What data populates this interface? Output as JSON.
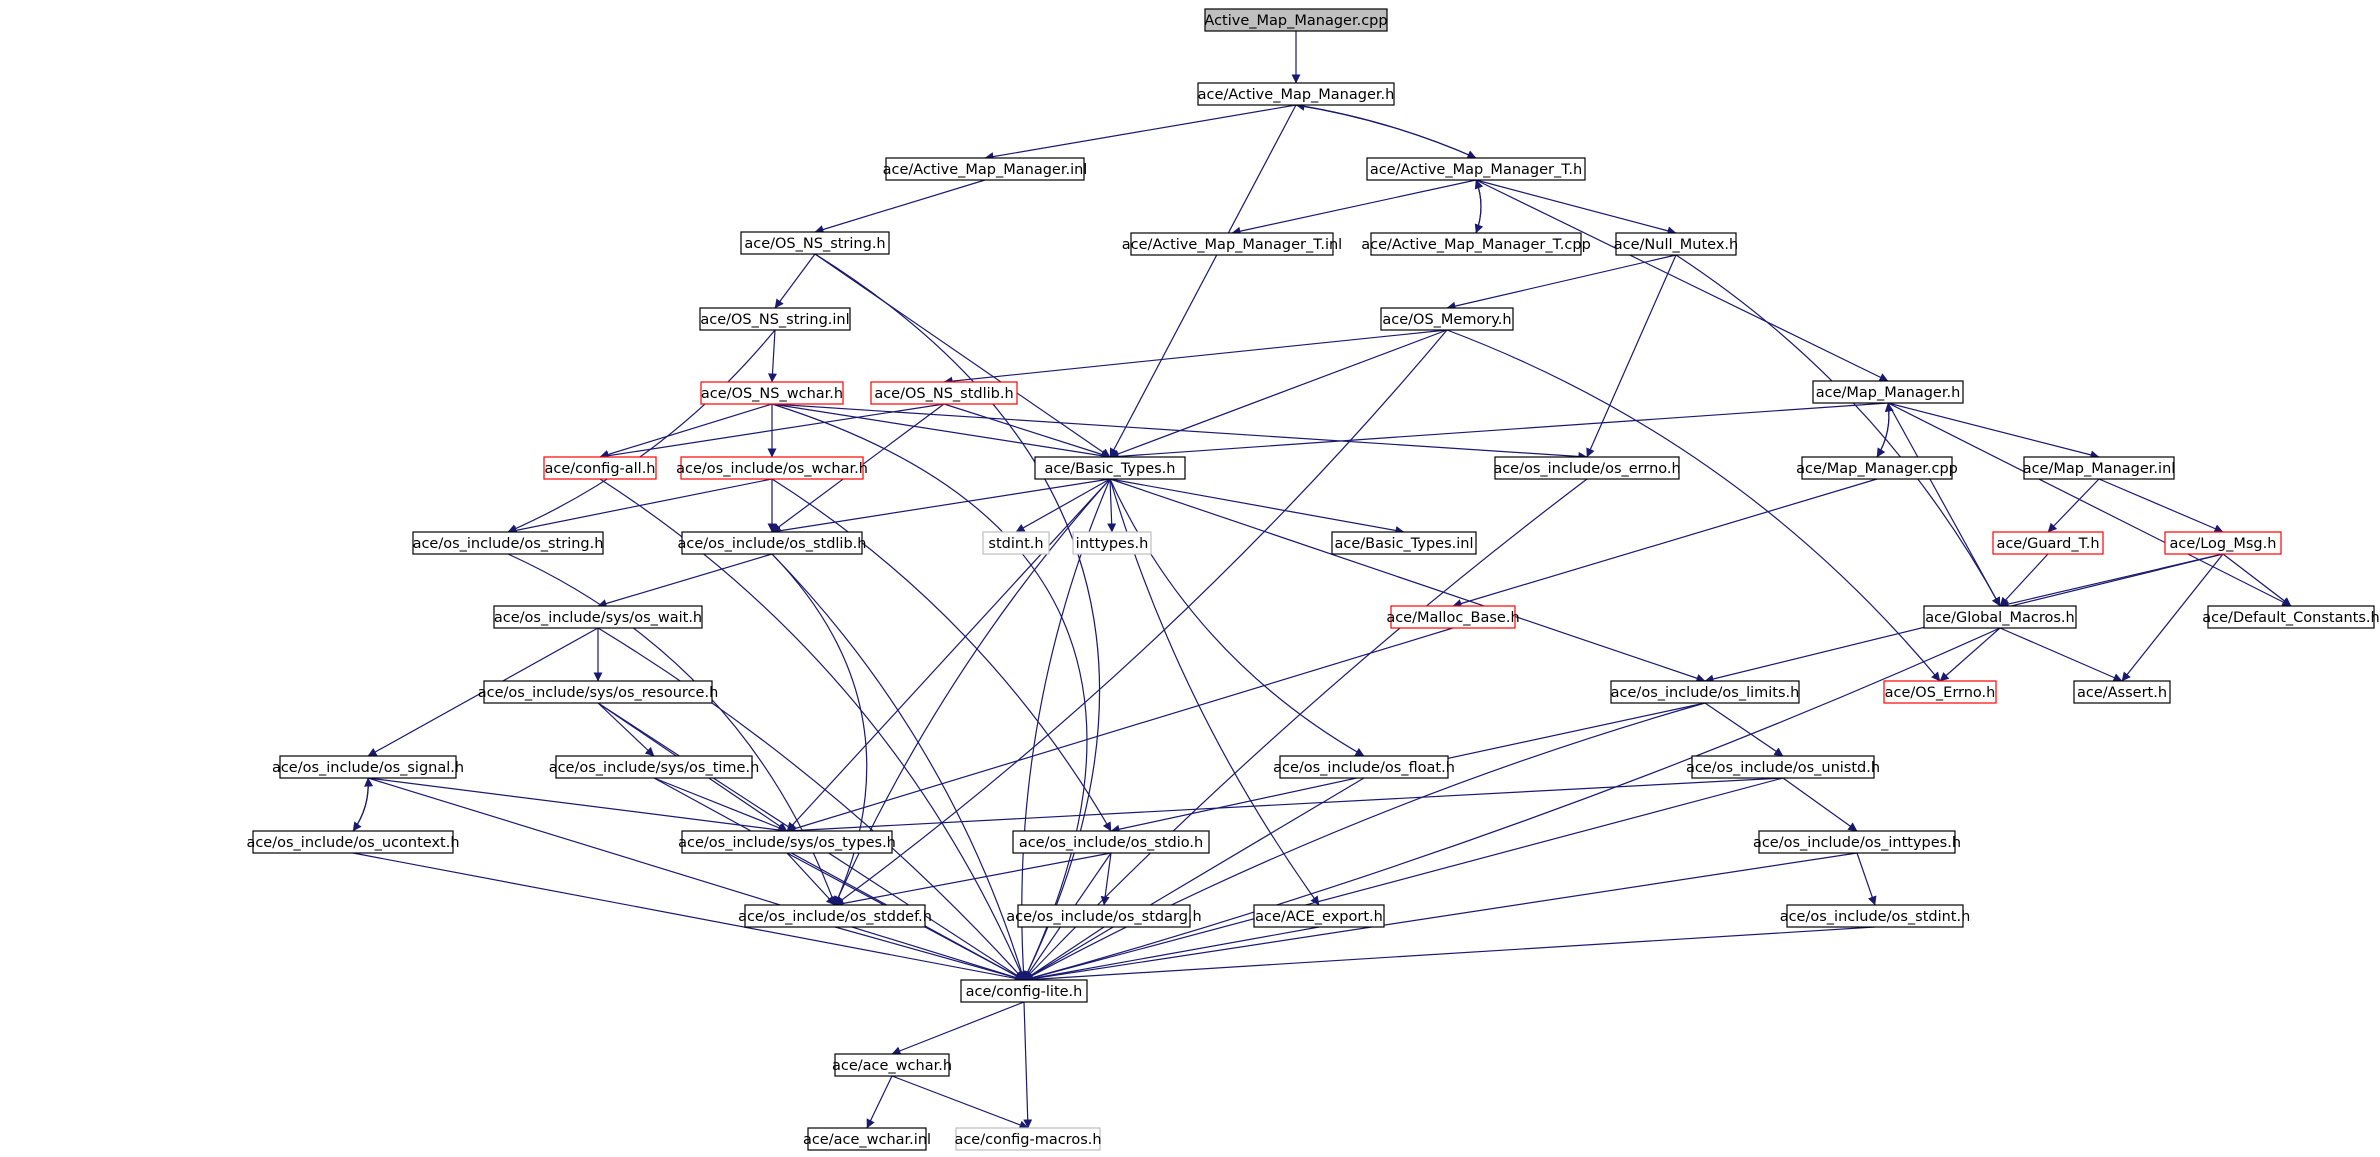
{
  "colors": {
    "edge": "#191970",
    "root_fill": "#bfbfbf",
    "box_fill": "#ffffff",
    "border_normal": "#000000",
    "border_truncated": "#ff0000",
    "border_external": "#bfbfbf"
  },
  "nodes": [
    {
      "id": "n0",
      "label": "Active_Map_Manager.cpp",
      "style": "root"
    },
    {
      "id": "n1",
      "label": "ace/Active_Map_Manager.h",
      "style": "normal"
    },
    {
      "id": "n2",
      "label": "ace/Active_Map_Manager.inl",
      "style": "normal"
    },
    {
      "id": "n3",
      "label": "ace/Active_Map_Manager_T.h",
      "style": "normal"
    },
    {
      "id": "n4",
      "label": "ace/OS_NS_string.h",
      "style": "normal"
    },
    {
      "id": "n5",
      "label": "ace/Active_Map_Manager_T.inl",
      "style": "normal"
    },
    {
      "id": "n6",
      "label": "ace/Active_Map_Manager_T.cpp",
      "style": "normal"
    },
    {
      "id": "n7",
      "label": "ace/Null_Mutex.h",
      "style": "normal"
    },
    {
      "id": "n8",
      "label": "ace/OS_NS_string.inl",
      "style": "normal"
    },
    {
      "id": "n9",
      "label": "ace/OS_Memory.h",
      "style": "normal"
    },
    {
      "id": "n10",
      "label": "ace/OS_NS_wchar.h",
      "style": "truncated"
    },
    {
      "id": "n11",
      "label": "ace/OS_NS_stdlib.h",
      "style": "truncated"
    },
    {
      "id": "n12",
      "label": "ace/Map_Manager.h",
      "style": "normal"
    },
    {
      "id": "n13",
      "label": "ace/config-all.h",
      "style": "truncated"
    },
    {
      "id": "n14",
      "label": "ace/os_include/os_wchar.h",
      "style": "truncated"
    },
    {
      "id": "n15",
      "label": "ace/Basic_Types.h",
      "style": "normal"
    },
    {
      "id": "n16",
      "label": "ace/os_include/os_errno.h",
      "style": "normal"
    },
    {
      "id": "n17",
      "label": "ace/Map_Manager.cpp",
      "style": "normal"
    },
    {
      "id": "n18",
      "label": "ace/Map_Manager.inl",
      "style": "normal"
    },
    {
      "id": "n19",
      "label": "ace/os_include/os_string.h",
      "style": "normal"
    },
    {
      "id": "n20",
      "label": "ace/os_include/os_stdlib.h",
      "style": "normal"
    },
    {
      "id": "n21",
      "label": "stdint.h",
      "style": "external"
    },
    {
      "id": "n22",
      "label": "inttypes.h",
      "style": "external"
    },
    {
      "id": "n23",
      "label": "ace/Basic_Types.inl",
      "style": "normal"
    },
    {
      "id": "n24",
      "label": "ace/Guard_T.h",
      "style": "truncated"
    },
    {
      "id": "n25",
      "label": "ace/Log_Msg.h",
      "style": "truncated"
    },
    {
      "id": "n26",
      "label": "ace/os_include/sys/os_wait.h",
      "style": "normal"
    },
    {
      "id": "n27",
      "label": "ace/Malloc_Base.h",
      "style": "truncated"
    },
    {
      "id": "n28",
      "label": "ace/Global_Macros.h",
      "style": "normal"
    },
    {
      "id": "n29",
      "label": "ace/Default_Constants.h",
      "style": "normal"
    },
    {
      "id": "n30",
      "label": "ace/os_include/sys/os_resource.h",
      "style": "normal"
    },
    {
      "id": "n31",
      "label": "ace/os_include/os_limits.h",
      "style": "normal"
    },
    {
      "id": "n32",
      "label": "ace/OS_Errno.h",
      "style": "truncated"
    },
    {
      "id": "n33",
      "label": "ace/Assert.h",
      "style": "normal"
    },
    {
      "id": "n34",
      "label": "ace/os_include/os_signal.h",
      "style": "normal"
    },
    {
      "id": "n35",
      "label": "ace/os_include/sys/os_time.h",
      "style": "normal"
    },
    {
      "id": "n36",
      "label": "ace/os_include/os_float.h",
      "style": "normal"
    },
    {
      "id": "n37",
      "label": "ace/os_include/os_unistd.h",
      "style": "normal"
    },
    {
      "id": "n38",
      "label": "ace/os_include/os_ucontext.h",
      "style": "normal"
    },
    {
      "id": "n39",
      "label": "ace/os_include/sys/os_types.h",
      "style": "normal"
    },
    {
      "id": "n40",
      "label": "ace/os_include/os_stdio.h",
      "style": "normal"
    },
    {
      "id": "n41",
      "label": "ace/os_include/os_inttypes.h",
      "style": "normal"
    },
    {
      "id": "n42",
      "label": "ace/os_include/os_stddef.h",
      "style": "normal"
    },
    {
      "id": "n43",
      "label": "ace/os_include/os_stdarg.h",
      "style": "normal"
    },
    {
      "id": "n44",
      "label": "ace/ACE_export.h",
      "style": "normal"
    },
    {
      "id": "n45",
      "label": "ace/os_include/os_stdint.h",
      "style": "normal"
    },
    {
      "id": "n46",
      "label": "ace/config-lite.h",
      "style": "normal"
    },
    {
      "id": "n47",
      "label": "ace/ace_wchar.h",
      "style": "normal"
    },
    {
      "id": "n48",
      "label": "ace/ace_wchar.inl",
      "style": "normal"
    },
    {
      "id": "n49",
      "label": "ace/config-macros.h",
      "style": "external"
    }
  ],
  "edges": [
    [
      "n0",
      "n1"
    ],
    [
      "n1",
      "n2"
    ],
    [
      "n1",
      "n3"
    ],
    [
      "n1",
      "n15"
    ],
    [
      "n2",
      "n4"
    ],
    [
      "n3",
      "n1"
    ],
    [
      "n3",
      "n5"
    ],
    [
      "n3",
      "n6"
    ],
    [
      "n3",
      "n7"
    ],
    [
      "n3",
      "n12"
    ],
    [
      "n6",
      "n3"
    ],
    [
      "n4",
      "n8"
    ],
    [
      "n4",
      "n15"
    ],
    [
      "n4",
      "n46"
    ],
    [
      "n8",
      "n10"
    ],
    [
      "n8",
      "n19"
    ],
    [
      "n7",
      "n9"
    ],
    [
      "n7",
      "n16"
    ],
    [
      "n7",
      "n28"
    ],
    [
      "n9",
      "n11"
    ],
    [
      "n9",
      "n15"
    ],
    [
      "n9",
      "n42"
    ],
    [
      "n9",
      "n32"
    ],
    [
      "n10",
      "n13"
    ],
    [
      "n10",
      "n14"
    ],
    [
      "n10",
      "n15"
    ],
    [
      "n10",
      "n16"
    ],
    [
      "n10",
      "n46"
    ],
    [
      "n11",
      "n13"
    ],
    [
      "n11",
      "n15"
    ],
    [
      "n11",
      "n20"
    ],
    [
      "n12",
      "n15"
    ],
    [
      "n12",
      "n17"
    ],
    [
      "n12",
      "n18"
    ],
    [
      "n12",
      "n28"
    ],
    [
      "n12",
      "n29"
    ],
    [
      "n17",
      "n12"
    ],
    [
      "n17",
      "n27"
    ],
    [
      "n18",
      "n24"
    ],
    [
      "n18",
      "n25"
    ],
    [
      "n13",
      "n46"
    ],
    [
      "n14",
      "n19"
    ],
    [
      "n14",
      "n20"
    ],
    [
      "n14",
      "n40"
    ],
    [
      "n15",
      "n20"
    ],
    [
      "n15",
      "n21"
    ],
    [
      "n15",
      "n22"
    ],
    [
      "n15",
      "n23"
    ],
    [
      "n15",
      "n31"
    ],
    [
      "n15",
      "n36"
    ],
    [
      "n15",
      "n39"
    ],
    [
      "n15",
      "n42"
    ],
    [
      "n15",
      "n44"
    ],
    [
      "n15",
      "n46"
    ],
    [
      "n16",
      "n46"
    ],
    [
      "n19",
      "n42"
    ],
    [
      "n20",
      "n26"
    ],
    [
      "n20",
      "n42"
    ],
    [
      "n20",
      "n46"
    ],
    [
      "n24",
      "n28"
    ],
    [
      "n25",
      "n28"
    ],
    [
      "n25",
      "n29"
    ],
    [
      "n25",
      "n31"
    ],
    [
      "n25",
      "n33"
    ],
    [
      "n26",
      "n30"
    ],
    [
      "n26",
      "n34"
    ],
    [
      "n26",
      "n46"
    ],
    [
      "n27",
      "n39"
    ],
    [
      "n28",
      "n32"
    ],
    [
      "n28",
      "n33"
    ],
    [
      "n28",
      "n46"
    ],
    [
      "n30",
      "n35"
    ],
    [
      "n30",
      "n39"
    ],
    [
      "n30",
      "n46"
    ],
    [
      "n31",
      "n37"
    ],
    [
      "n31",
      "n40"
    ],
    [
      "n31",
      "n46"
    ],
    [
      "n34",
      "n38"
    ],
    [
      "n34",
      "n39"
    ],
    [
      "n34",
      "n46"
    ],
    [
      "n38",
      "n34"
    ],
    [
      "n38",
      "n46"
    ],
    [
      "n35",
      "n39"
    ],
    [
      "n35",
      "n46"
    ],
    [
      "n36",
      "n46"
    ],
    [
      "n37",
      "n39"
    ],
    [
      "n37",
      "n41"
    ],
    [
      "n37",
      "n46"
    ],
    [
      "n39",
      "n42"
    ],
    [
      "n39",
      "n46"
    ],
    [
      "n40",
      "n42"
    ],
    [
      "n40",
      "n43"
    ],
    [
      "n40",
      "n46"
    ],
    [
      "n41",
      "n45"
    ],
    [
      "n41",
      "n46"
    ],
    [
      "n42",
      "n46"
    ],
    [
      "n43",
      "n46"
    ],
    [
      "n44",
      "n46"
    ],
    [
      "n45",
      "n46"
    ],
    [
      "n46",
      "n47"
    ],
    [
      "n46",
      "n49"
    ],
    [
      "n47",
      "n48"
    ],
    [
      "n47",
      "n49"
    ]
  ]
}
